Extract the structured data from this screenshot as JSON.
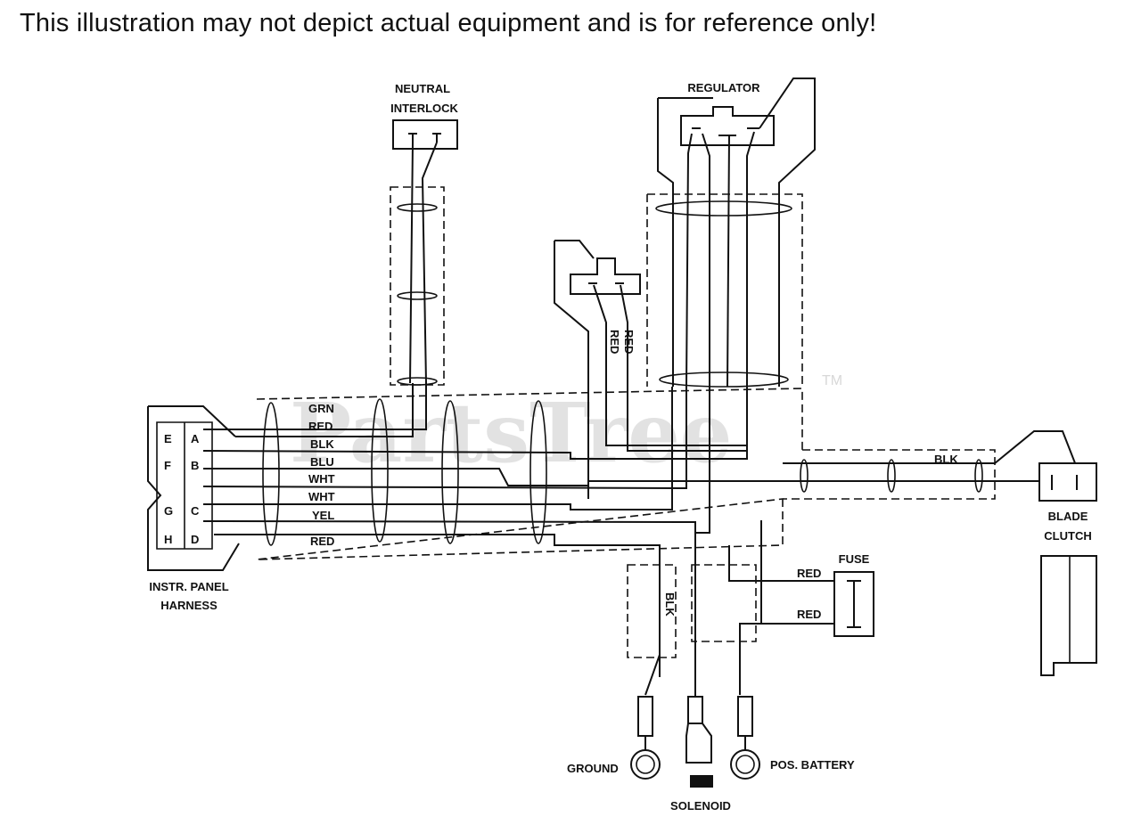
{
  "disclaimer": "This illustration may not depict actual equipment and is for reference only!",
  "watermark": {
    "text": "PartsTree",
    "tm": "TM"
  },
  "components": {
    "neutral_interlock": [
      "NEUTRAL",
      "INTERLOCK"
    ],
    "regulator": "REGULATOR",
    "blade_clutch": [
      "BLADE",
      "CLUTCH"
    ],
    "instr_panel_harness": [
      "INSTR. PANEL",
      "HARNESS"
    ],
    "fuse": "FUSE",
    "ground": "GROUND",
    "solenoid": "SOLENOID",
    "pos_battery": "POS. BATTERY"
  },
  "connector_pins": {
    "left": [
      "E",
      "F",
      "G",
      "H"
    ],
    "right": [
      "A",
      "B",
      "C",
      "D"
    ]
  },
  "wire_labels": [
    "GRN",
    "RED",
    "BLK",
    "BLU",
    "WHT",
    "WHT",
    "YEL",
    "RED"
  ],
  "vertical_labels": {
    "red_a": "RED",
    "red_b": "RED",
    "blk_ground": "BLK"
  },
  "other_labels": {
    "blk_clutch": "BLK",
    "fuse_red_top": "RED",
    "fuse_red_bottom": "RED"
  },
  "colors": {
    "line": "#111111",
    "watermark": "#e2e2e2",
    "background": "#ffffff"
  }
}
